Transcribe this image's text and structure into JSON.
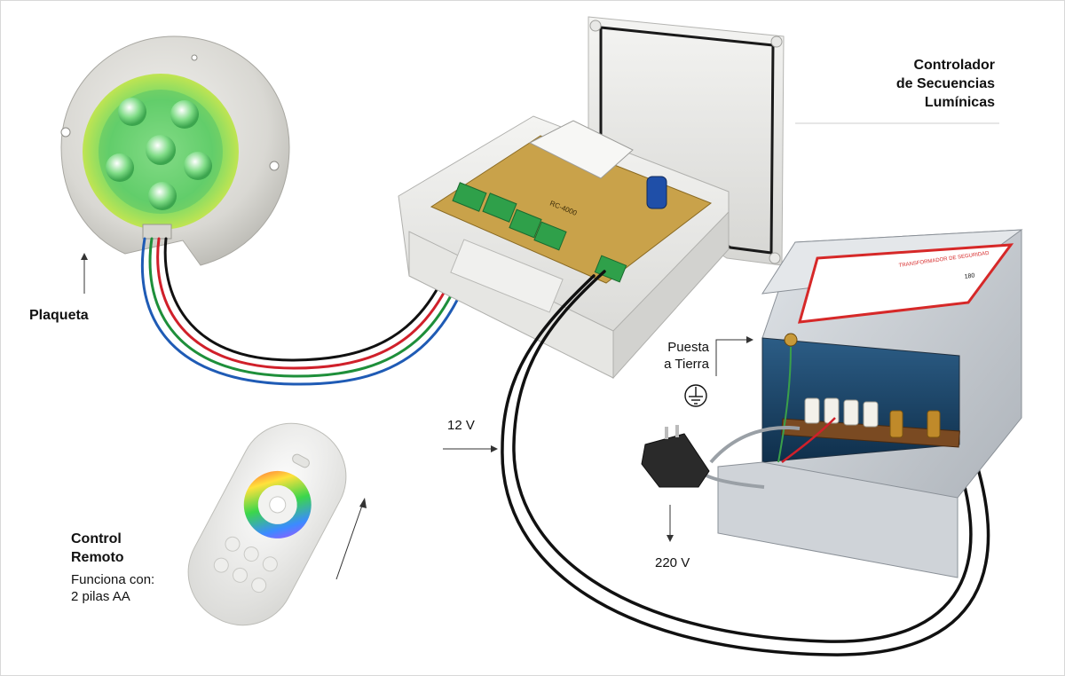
{
  "title": {
    "line1": "Controlador",
    "line2": "de Secuencias",
    "line3": "Lumínicas"
  },
  "labels": {
    "plaqueta": "Plaqueta",
    "control_remoto": {
      "line1": "Control",
      "line2": "Remoto"
    },
    "funciona": {
      "line1": "Funciona con:",
      "line2": "2 pilas AA"
    },
    "puesta_tierra": {
      "line1": "Puesta",
      "line2": "a Tierra"
    },
    "v12": "12 V",
    "v220": "220 V"
  },
  "device_text": {
    "controller_board": "RC-4000",
    "transformer_label": "TRANSFORMADOR DE SEGURIDAD",
    "transformer_power": "180"
  },
  "colors": {
    "wire_black": "#111111",
    "wire_red": "#d0202a",
    "wire_green": "#1e8f3a",
    "wire_blue": "#1f5bb5",
    "led_green": "#5ee07a",
    "enclosure": "#ececea",
    "pcb": "#c9a24a",
    "terminal": "#2fa04a",
    "transformer": "#c9cdd2",
    "label_red": "#d62828"
  },
  "icons": [
    "ground-icon",
    "arrow-up-icon",
    "arrow-right-icon",
    "arrow-down-icon"
  ]
}
